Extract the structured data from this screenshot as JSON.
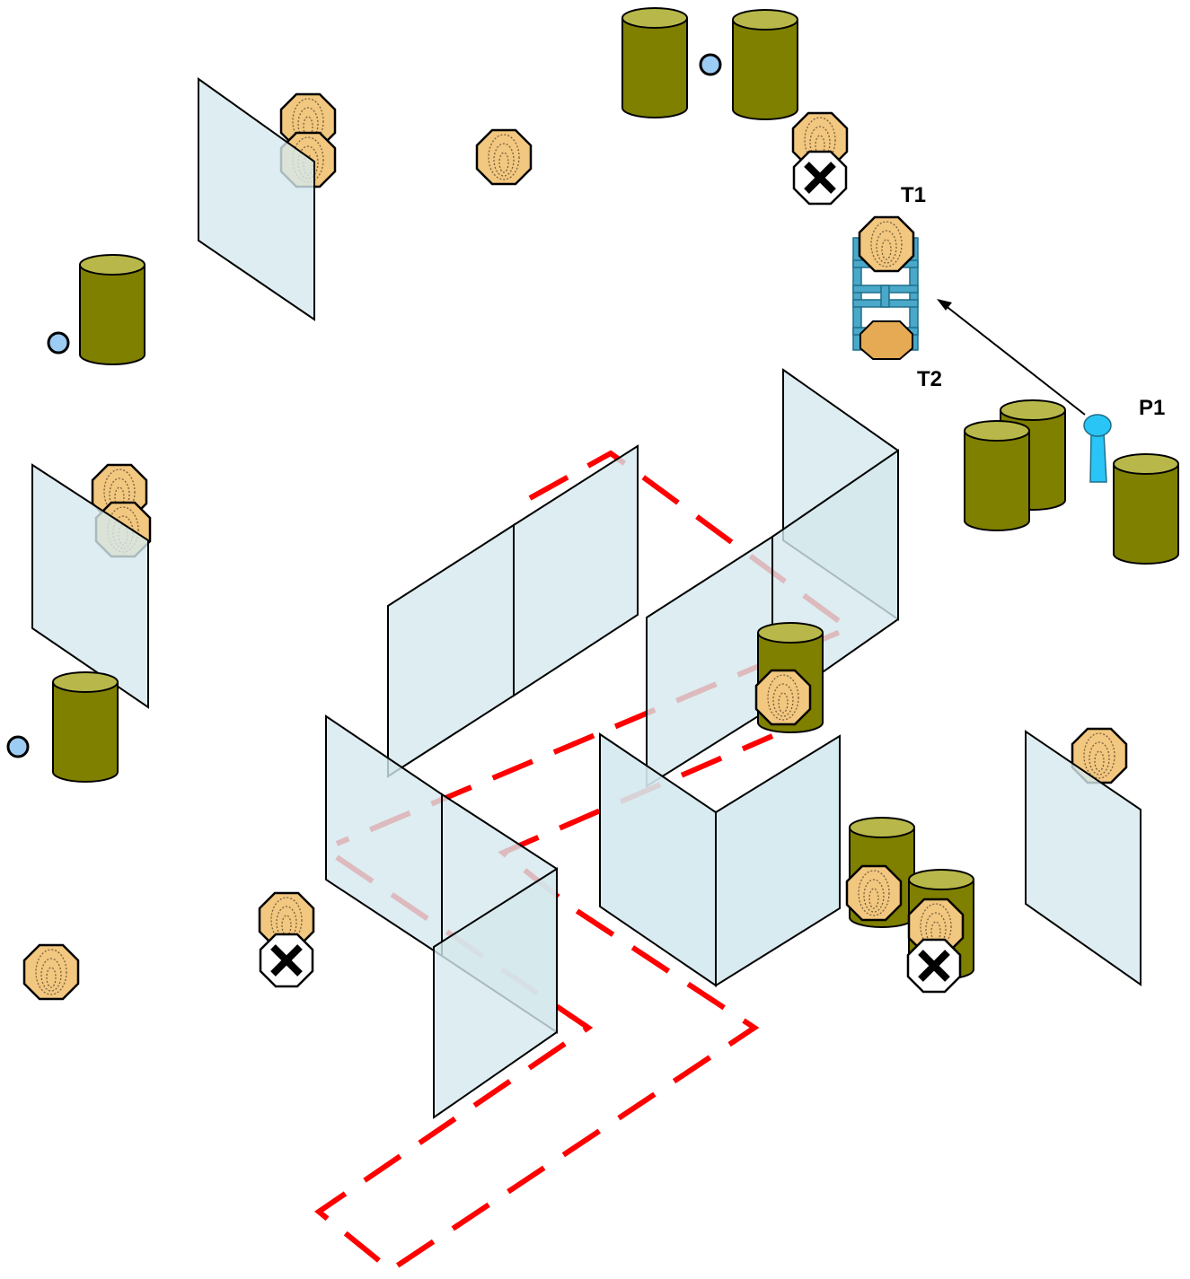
{
  "labels": {
    "target1": "T1",
    "target2": "T2",
    "shooter": "P1"
  },
  "colors": {
    "barrel_body": "#7f7f00",
    "barrel_top": "#b8b84a",
    "wall_fill": "#d4e9ee",
    "course_line": "#ff0000",
    "target_fill": "#f2c77f",
    "no_shoot_fill": "#ffffff",
    "marker_fill": "#9ccbf3",
    "stand_color": "#4aa8c8",
    "shooter_color": "#29c5f6",
    "plate_fill": "#e7aa54"
  },
  "icons": [
    "barrel-icon",
    "wall-panel-icon",
    "paper-target-icon",
    "no-shoot-target-icon",
    "start-marker-icon",
    "target-stand-icon",
    "shooter-icon",
    "arrow-icon"
  ]
}
